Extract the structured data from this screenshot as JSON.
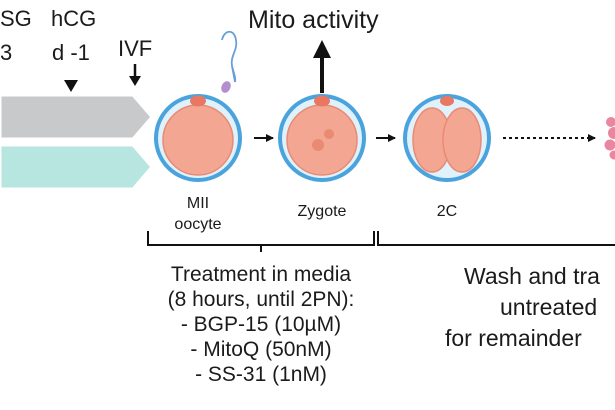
{
  "timeline": {
    "col1": {
      "line1": "SG",
      "line2": "3"
    },
    "col2": {
      "line1": "hCG",
      "line2": "d -1"
    },
    "col3": {
      "line1": "IVF"
    }
  },
  "mito_activity": "Mito activity",
  "stages": {
    "oocyte": {
      "line1": "MII",
      "line2": "oocyte"
    },
    "zygote": "Zygote",
    "two_cell": "2C"
  },
  "treatment": {
    "title": "Treatment in media",
    "subtitle": "(8 hours, until 2PN):",
    "items": [
      "- BGP-15 (10µM)",
      "- MitoQ (50nM)",
      "- SS-31 (1nM)"
    ]
  },
  "wash": {
    "line1": "Wash and tra",
    "line2": "untreated",
    "line3": "for remainder"
  },
  "colors": {
    "grey_arrow": "#c7c9cb",
    "teal_arrow": "#b6e6df",
    "zona_blue": "#4aa3dc",
    "cytoplasm": "#f3a793",
    "nucleus": "#e98a73",
    "polar_body": "#e87862",
    "sperm": "#6a9fd6",
    "sperm_head": "#b38fd0",
    "embryo_pink": "#e986a0"
  }
}
